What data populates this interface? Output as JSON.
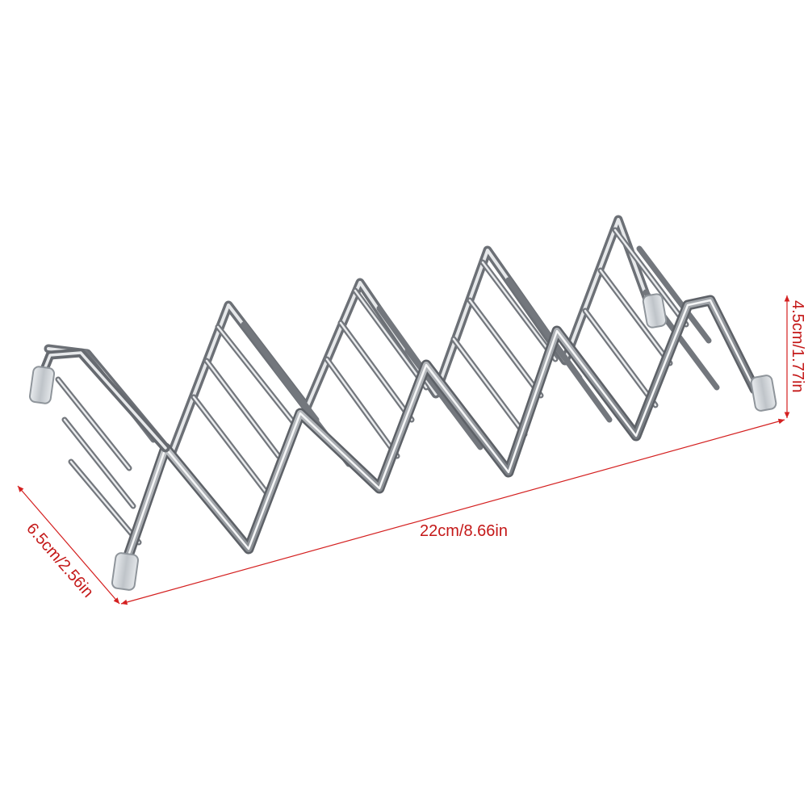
{
  "product": {
    "name": "taco-holder-rack-wire",
    "material_color": "#c9ccd0"
  },
  "dimensions": {
    "length_label": "22cm/8.66in",
    "depth_label": "6.5cm/2.56in",
    "height_label": "4.5cm/1.77in",
    "line_color": "#d42020"
  }
}
